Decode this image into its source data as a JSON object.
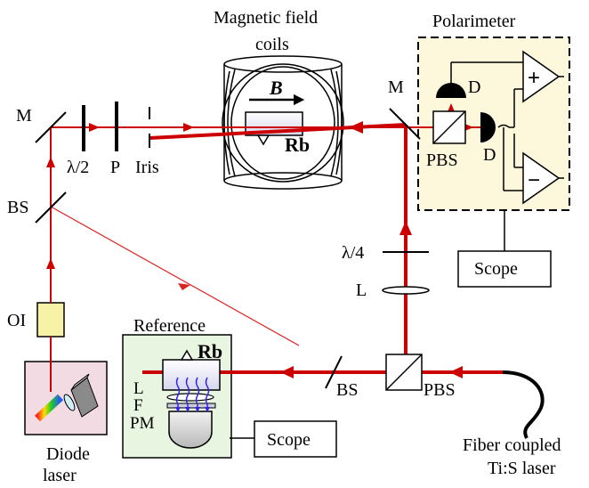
{
  "labels": {
    "magnetic_field_line1": "Magnetic field",
    "magnetic_field_line2": "coils",
    "polarimeter": "Polarimeter",
    "b_field": "B",
    "rb_cell": "Rb",
    "rb_reference": "Rb",
    "mirror_left": "M",
    "mirror_right": "M",
    "half_wave": "λ/2",
    "polarizer": "P",
    "iris": "Iris",
    "beam_splitter_left": "BS",
    "beam_splitter_bottom": "BS",
    "pbs_polarimeter": "PBS",
    "pbs_bottom": "PBS",
    "detector_top": "D",
    "detector_right": "D",
    "plus": "+",
    "minus": "−",
    "quarter_wave": "λ/4",
    "lens": "L",
    "optical_isolator": "OI",
    "reference": "Reference",
    "ref_lens": "L",
    "ref_filter": "F",
    "ref_pm": "PM",
    "scope_top": "Scope",
    "scope_bottom": "Scope",
    "diode_line1": "Diode",
    "diode_line2": "laser",
    "fiber_line1": "Fiber coupled",
    "fiber_line2": "Ti:S laser"
  },
  "colors": {
    "beam": "#cc0000",
    "beam_dim": "#e04040",
    "oi_fill": "#f7f3a6",
    "polarimeter_fill": "#fdf7dc",
    "reference_fill": "#e8f5e1",
    "diode_fill": "#f3dbe4",
    "fluorescence": "#3322ee"
  }
}
